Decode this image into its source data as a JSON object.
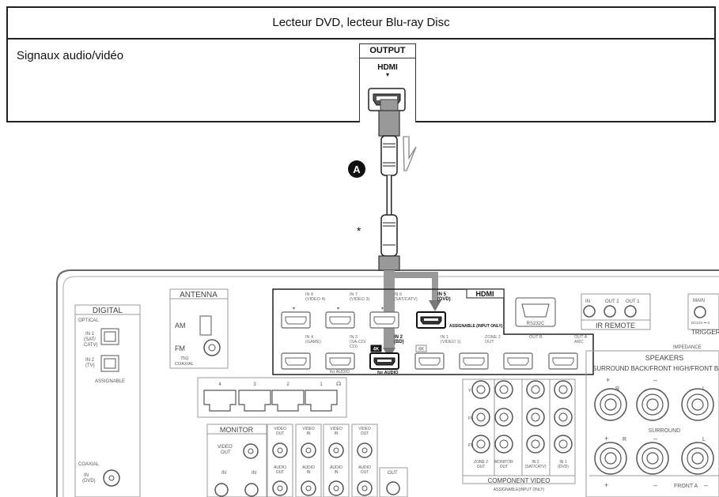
{
  "table": {
    "header": "Lecteur DVD, lecteur Blu-ray Disc",
    "row_label": "Signaux audio/vidéo"
  },
  "device": {
    "output_label": "OUTPUT",
    "hdmi_label": "HDMI",
    "hdmi_logo_arrow": "▾"
  },
  "cable": {
    "label": "A",
    "note_mark": "*"
  },
  "panel": {
    "digital": {
      "title": "DIGITAL",
      "optical": "OPTICAL",
      "in1_lines": [
        "IN 1",
        "(SAT/",
        "CATV)"
      ],
      "in2_lines": [
        "IN 2",
        "(TV)"
      ],
      "assignable": "ASSIGNABLE",
      "coaxial": "COAXIAL",
      "coax_in_lines": [
        "IN",
        "(DVD)"
      ]
    },
    "antenna": {
      "title": "ANTENNA",
      "am": "AM",
      "fm": "FM",
      "fm_sub_lines": [
        "75Ω",
        "COAXIAL"
      ]
    },
    "hdmi": {
      "title": "HDMI",
      "top_row": [
        {
          "lines": [
            "IN 8",
            "(VIDEO 4)"
          ]
        },
        {
          "lines": [
            "IN 7",
            "(VIDEO 3)"
          ]
        },
        {
          "lines": [
            "IN 6",
            "(SAT/CATV)"
          ]
        },
        {
          "lines": [
            "IN 5",
            "(DVD)"
          ]
        }
      ],
      "assignable_note": "ASSIGNABLE (INPUT ONLY)",
      "bottom_row": [
        {
          "lines": [
            "IN 4",
            "(GAME)"
          ]
        },
        {
          "lines": [
            "IN 3",
            "(SA-CD/",
            "CD)"
          ]
        },
        {
          "lines": [
            "IN 2",
            "(BD)"
          ]
        },
        {
          "lines": [
            "IN 1",
            "(VIDEO 1)"
          ]
        },
        {
          "lines": [
            "ZONE 2",
            "OUT"
          ]
        },
        {
          "lines": [
            "OUT B"
          ]
        },
        {
          "lines": [
            "OUT A",
            "ARC"
          ]
        }
      ],
      "badge_4k": "4K",
      "for_audio": "for AUDIO"
    },
    "rs232c": "RS232C",
    "ir_remote": {
      "title": "IR REMOTE",
      "ports": [
        "IN",
        "OUT 2",
        "OUT 1"
      ]
    },
    "trigger": {
      "title": "TRIGGER",
      "main": "MAIN",
      "sub": "DC12V ⎓ 0"
    },
    "impedance": "IMPEDANCE",
    "speakers": {
      "title": "SPEAKERS",
      "surround_back": "SURROUND BACK/FRONT HIGH/FRONT B/",
      "surround": "SURROUND",
      "front_a": "FRONT A",
      "plus": "+",
      "minus": "–",
      "r": "R",
      "l": "L"
    },
    "component": {
      "title": "COMPONENT VIDEO",
      "note": "ASSIGNABLE(INPUT ONLY)",
      "rows": [
        "Y",
        "PB",
        "PR"
      ],
      "cols_lines": [
        [
          "ZONE 2",
          "OUT"
        ],
        [
          "MONITOR",
          "OUT"
        ],
        [
          "IN 2",
          "(SAT/CATV)"
        ],
        [
          "IN 1",
          "(DVD)"
        ]
      ]
    },
    "network_ports": [
      "4",
      "3",
      "2",
      "1"
    ],
    "monitor": {
      "title": "MONITOR",
      "video_out_lines": [
        "VIDEO",
        "OUT"
      ]
    },
    "video_cols": [
      {
        "top": [
          "VIDEO",
          "OUT"
        ],
        "bottom": [
          "AUDIO",
          "OUT"
        ]
      },
      {
        "top": [
          "VIDEO",
          "IN"
        ],
        "bottom": [
          "AUDIO",
          "IN"
        ]
      },
      {
        "top": [
          "VIDEO",
          "IN"
        ],
        "bottom": [
          "AUDIO",
          "IN"
        ]
      },
      {
        "top": [
          "VIDEO",
          "OUT"
        ],
        "bottom": [
          "AUDIO",
          "OUT"
        ]
      }
    ],
    "audio_in_labels": [
      "IN",
      "IN"
    ],
    "out_label": "OUT"
  }
}
